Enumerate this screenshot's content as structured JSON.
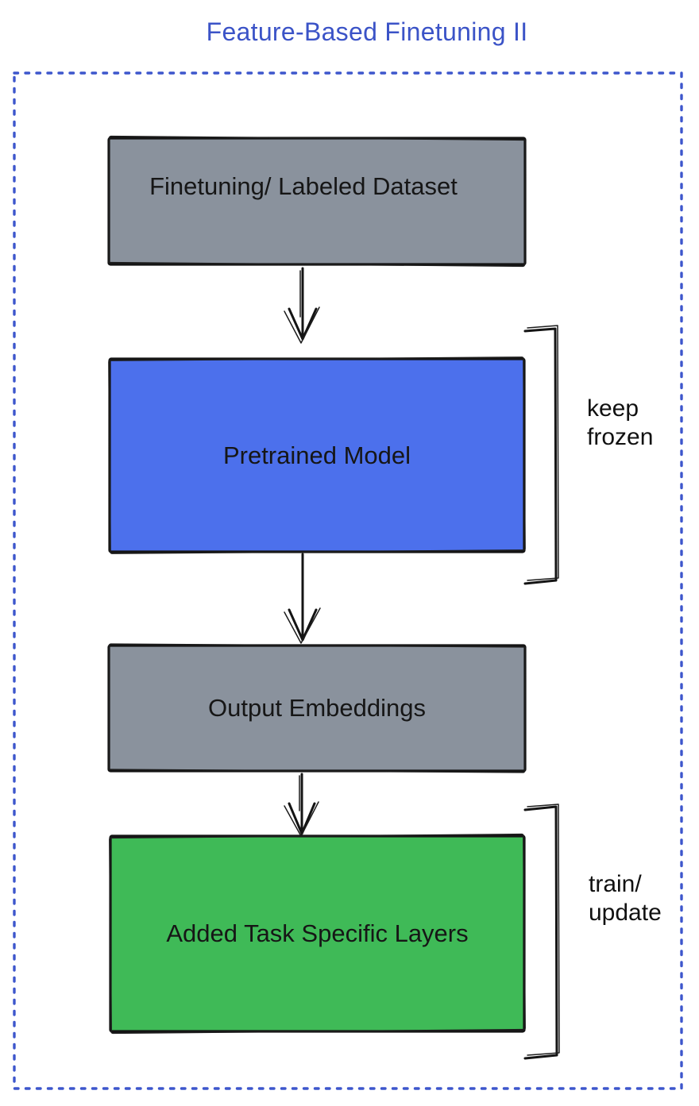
{
  "title": "Feature-Based Finetuning II",
  "colors": {
    "background": "#FFFFFF",
    "title_text": "#3B53C7",
    "dashed_border": "#3D56CC",
    "box_gray": "#8A929D",
    "box_blue": "#4C70EC",
    "box_green": "#3FBA57",
    "ink_stroke": "#141414",
    "label_text": "#161616"
  },
  "diagram": {
    "nodes": [
      {
        "id": "dataset",
        "label": "Finetuning/ Labeled Dataset",
        "fill": "gray"
      },
      {
        "id": "pretrained",
        "label": "Pretrained Model",
        "fill": "blue"
      },
      {
        "id": "embeddings",
        "label": "Output Embeddings",
        "fill": "gray"
      },
      {
        "id": "task_layers",
        "label": "Added Task Specific Layers",
        "fill": "green"
      }
    ],
    "edges": [
      {
        "from": "dataset",
        "to": "pretrained"
      },
      {
        "from": "pretrained",
        "to": "embeddings"
      },
      {
        "from": "embeddings",
        "to": "task_layers"
      }
    ],
    "annotations": [
      {
        "target": "pretrained",
        "text": "keep\nfrozen"
      },
      {
        "target": "task_layers",
        "text": "train/\nupdate"
      }
    ]
  }
}
